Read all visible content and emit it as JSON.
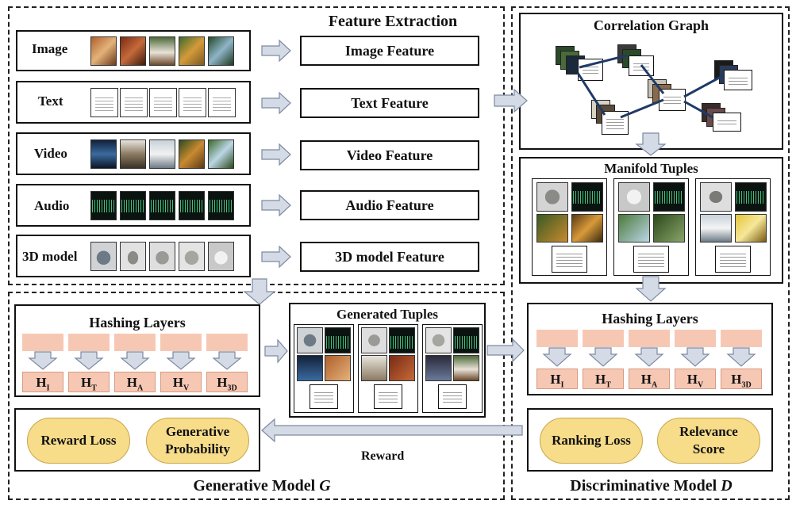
{
  "feature_extraction": {
    "title": "Feature Extraction",
    "rows": [
      {
        "label": "Image",
        "feature": "Image Feature"
      },
      {
        "label": "Text",
        "feature": "Text Feature"
      },
      {
        "label": "Video",
        "feature": "Video Feature"
      },
      {
        "label": "Audio",
        "feature": "Audio Feature"
      },
      {
        "label": "3D model",
        "feature": "3D model Feature"
      }
    ]
  },
  "correlation_graph": {
    "title": "Correlation Graph"
  },
  "manifold_tuples": {
    "title": "Manifold Tuples"
  },
  "generative": {
    "hashing_title": "Hashing Layers",
    "generated_title": "Generated Tuples",
    "hash_codes": [
      {
        "base": "H",
        "sub": "I"
      },
      {
        "base": "H",
        "sub": "T"
      },
      {
        "base": "H",
        "sub": "A"
      },
      {
        "base": "H",
        "sub": "V"
      },
      {
        "base": "H",
        "sub": "3D"
      }
    ],
    "reward_loss": "Reward Loss",
    "generative_probability_1": "Generative",
    "generative_probability_2": "Probability",
    "reward_label": "Reward",
    "model_label": "Generative Model ",
    "model_symbol": "G"
  },
  "discriminative": {
    "hashing_title": "Hashing Layers",
    "hash_codes": [
      {
        "base": "H",
        "sub": "I"
      },
      {
        "base": "H",
        "sub": "T"
      },
      {
        "base": "H",
        "sub": "A"
      },
      {
        "base": "H",
        "sub": "V"
      },
      {
        "base": "H",
        "sub": "3D"
      }
    ],
    "ranking_loss": "Ranking Loss",
    "relevance_score_1": "Relevance",
    "relevance_score_2": "Score",
    "model_label": "Discriminative Model ",
    "model_symbol": "D"
  },
  "colors": {
    "arrow_fill": "#d5dbe6",
    "arrow_stroke": "#7d8aa0",
    "pill_fill": "#f7dc8a",
    "hash_fill": "#f6c8b4",
    "graph_edge": "#1f3a66"
  }
}
